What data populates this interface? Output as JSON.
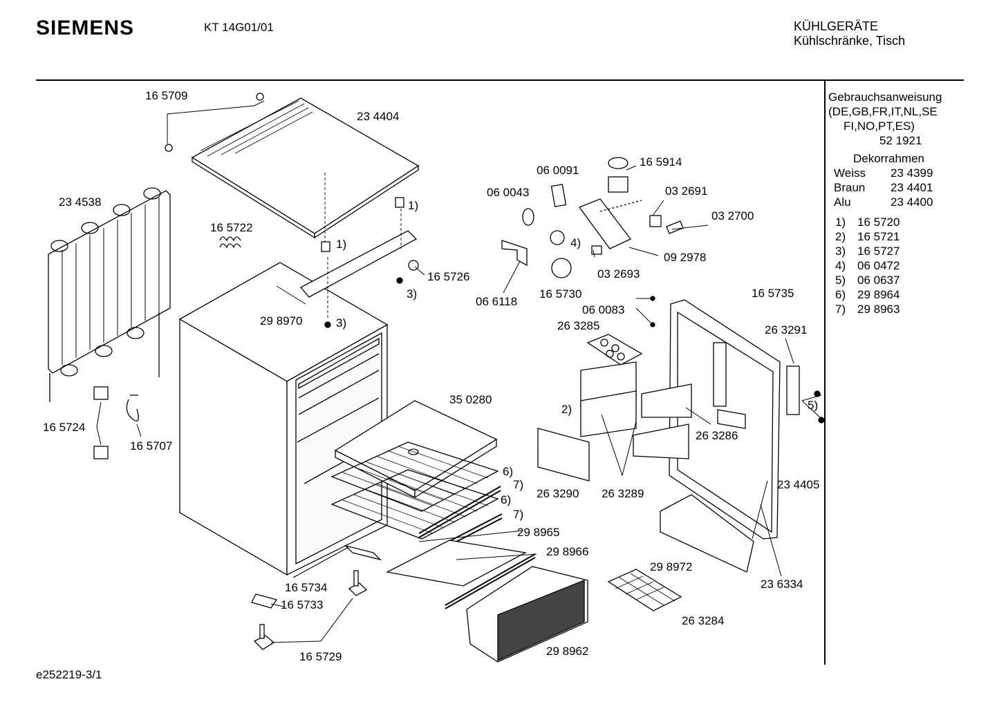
{
  "header": {
    "brand": "SIEMENS",
    "model": "KT 14G01/01",
    "category": "KÜHLGERÄTE",
    "subcategory": "Kühlschränke, Tisch"
  },
  "footer": {
    "doc_id": "e252219-3/1"
  },
  "sidebar": {
    "manual_title": "Gebrauchsanweisung",
    "manual_langs_1": "(DE,GB,FR,IT,NL,SE",
    "manual_langs_2": "FI,NO,PT,ES)",
    "manual_part": "52 1921",
    "frame_title": "Dekorrahmen",
    "frames": [
      {
        "color": "Weiss",
        "part": "23 4399"
      },
      {
        "color": "Braun",
        "part": "23 4401"
      },
      {
        "color": "Alu",
        "part": "23 4400"
      }
    ],
    "notes": [
      {
        "key": "1)",
        "part": "16 5720"
      },
      {
        "key": "2)",
        "part": "16 5721"
      },
      {
        "key": "3)",
        "part": "16 5727"
      },
      {
        "key": "4)",
        "part": "06 0472"
      },
      {
        "key": "5)",
        "part": "06 0637"
      },
      {
        "key": "6)",
        "part": "29 8964"
      },
      {
        "key": "7)",
        "part": "29 8963"
      }
    ]
  },
  "labels": {
    "p165709": "16 5709",
    "p234404": "23 4404",
    "p234538": "23 4538",
    "p165722": "16 5722",
    "p298970": "29 8970",
    "p165726": "16 5726",
    "p165724": "16 5724",
    "p165707": "16 5707",
    "p350280": "35 0280",
    "p298965": "29 8965",
    "p298966": "29 8966",
    "p165734": "16 5734",
    "p165733": "16 5733",
    "p165729": "16 5729",
    "p298962": "29 8962",
    "p298972": "29 8972",
    "p263284": "26 3284",
    "p263290": "26 3290",
    "p263289": "26 3289",
    "p263286": "26 3286",
    "p263285": "26 3285",
    "p060083": "06 0083",
    "p165735": "16 5735",
    "p263291": "26 3291",
    "p234405": "23 4405",
    "p236334": "23 6334",
    "p060091": "06 0091",
    "p165914": "16 5914",
    "p060043": "06 0043",
    "p032691": "03 2691",
    "p032700": "03 2700",
    "p092978": "09 2978",
    "p032693": "03 2693",
    "p165730": "16 5730",
    "p066118": "06 6118",
    "r1a": "1)",
    "r1b": "1)",
    "r3a": "3)",
    "r3b": "3)",
    "r4": "4)",
    "r2": "2)",
    "r5": "5)",
    "r6a": "6)",
    "r7a": "7)",
    "r6b": "6)",
    "r7b": "7)"
  }
}
